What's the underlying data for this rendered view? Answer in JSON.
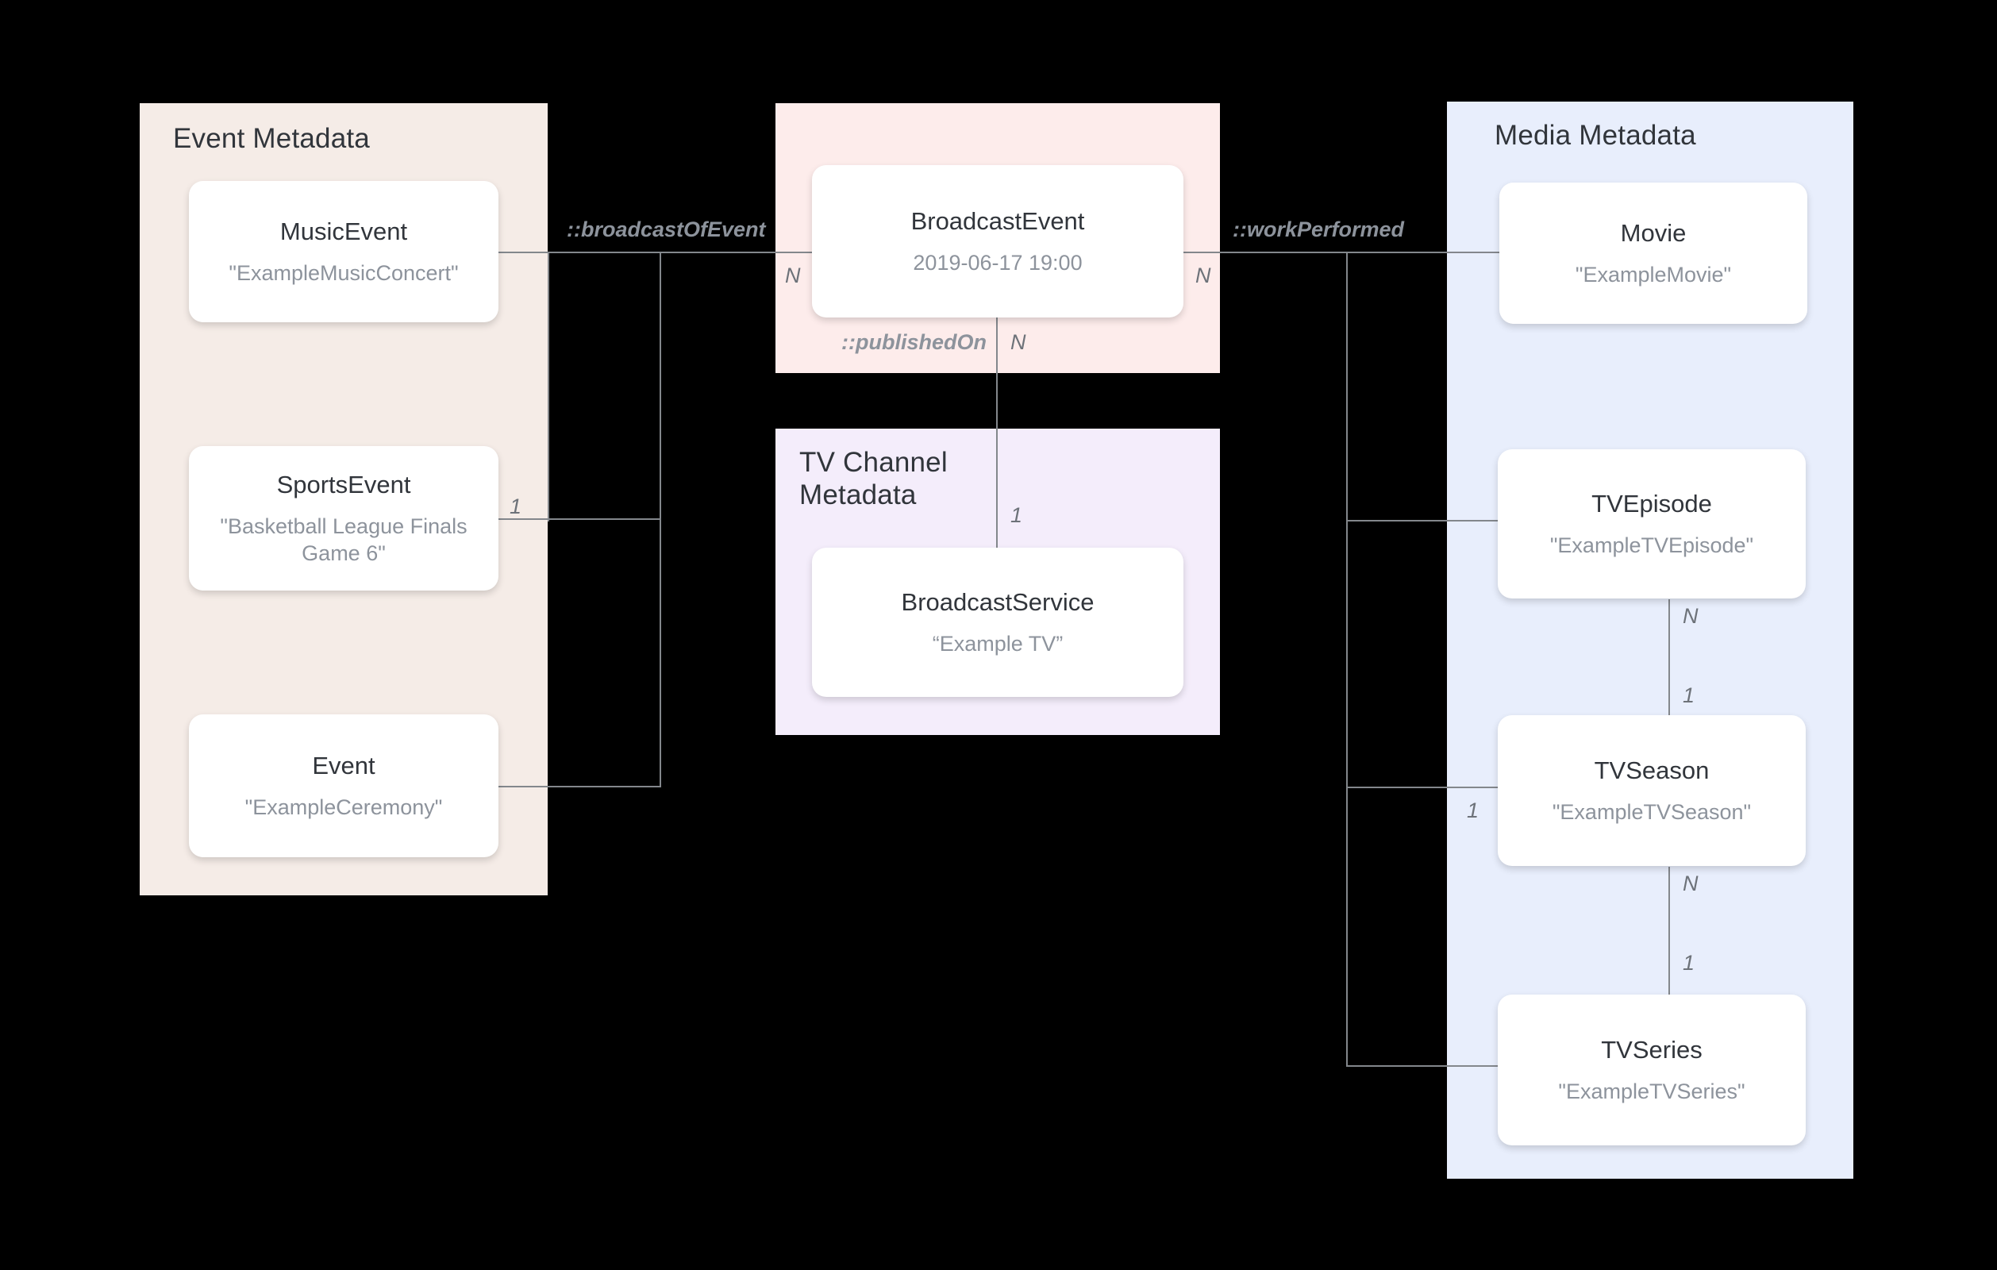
{
  "diagram": {
    "title": "Broadcast / Media metadata entity relationship diagram",
    "colors": {
      "event_panel": "#f5ece7",
      "broadcast_panel": "#fdeceb",
      "tvchannel_panel": "#f4edfb",
      "media_panel": "#e8eefc",
      "card_bg": "#ffffff",
      "connector": "#83878c",
      "title_text": "#31353b",
      "value_text": "#8d939c",
      "background": "#000000"
    },
    "groups": [
      {
        "id": "event",
        "title": "Event Metadata"
      },
      {
        "id": "broadcast",
        "title": ""
      },
      {
        "id": "tvchannel",
        "title": "TV Channel\nMetadata"
      },
      {
        "id": "media",
        "title": "Media Metadata"
      }
    ],
    "entities": [
      {
        "id": "music-event",
        "type": "MusicEvent",
        "value": "\"ExampleMusicConcert\""
      },
      {
        "id": "sports-event",
        "type": "SportsEvent",
        "value": "\"Basketball League Finals Game 6\""
      },
      {
        "id": "event",
        "type": "Event",
        "value": "\"ExampleCeremony\""
      },
      {
        "id": "broadcast-event",
        "type": "BroadcastEvent",
        "value": "2019-06-17 19:00"
      },
      {
        "id": "broadcast-service",
        "type": "BroadcastService",
        "value": "“Example TV”"
      },
      {
        "id": "movie",
        "type": "Movie",
        "value": "\"ExampleMovie\""
      },
      {
        "id": "tv-episode",
        "type": "TVEpisode",
        "value": "\"ExampleTVEpisode\""
      },
      {
        "id": "tv-season",
        "type": "TVSeason",
        "value": "\"ExampleTVSeason\""
      },
      {
        "id": "tv-series",
        "type": "TVSeries",
        "value": "\"ExampleTVSeries\""
      }
    ],
    "relations": [
      {
        "id": "broadcastOfEvent",
        "label": "::broadcastOfEvent"
      },
      {
        "id": "workPerformed",
        "label": "::workPerformed"
      },
      {
        "id": "publishedOn",
        "label": "::publishedOn"
      }
    ],
    "cardinalities": {
      "broadcast_of_event_n": "N",
      "broadcast_of_event_1": "1",
      "work_performed_n": "N",
      "published_on_n": "N",
      "published_on_1": "1",
      "episode_season_n": "N",
      "episode_season_1": "1",
      "season_series_n": "N",
      "season_series_1": "1",
      "work_performed_season_1": "1"
    }
  }
}
